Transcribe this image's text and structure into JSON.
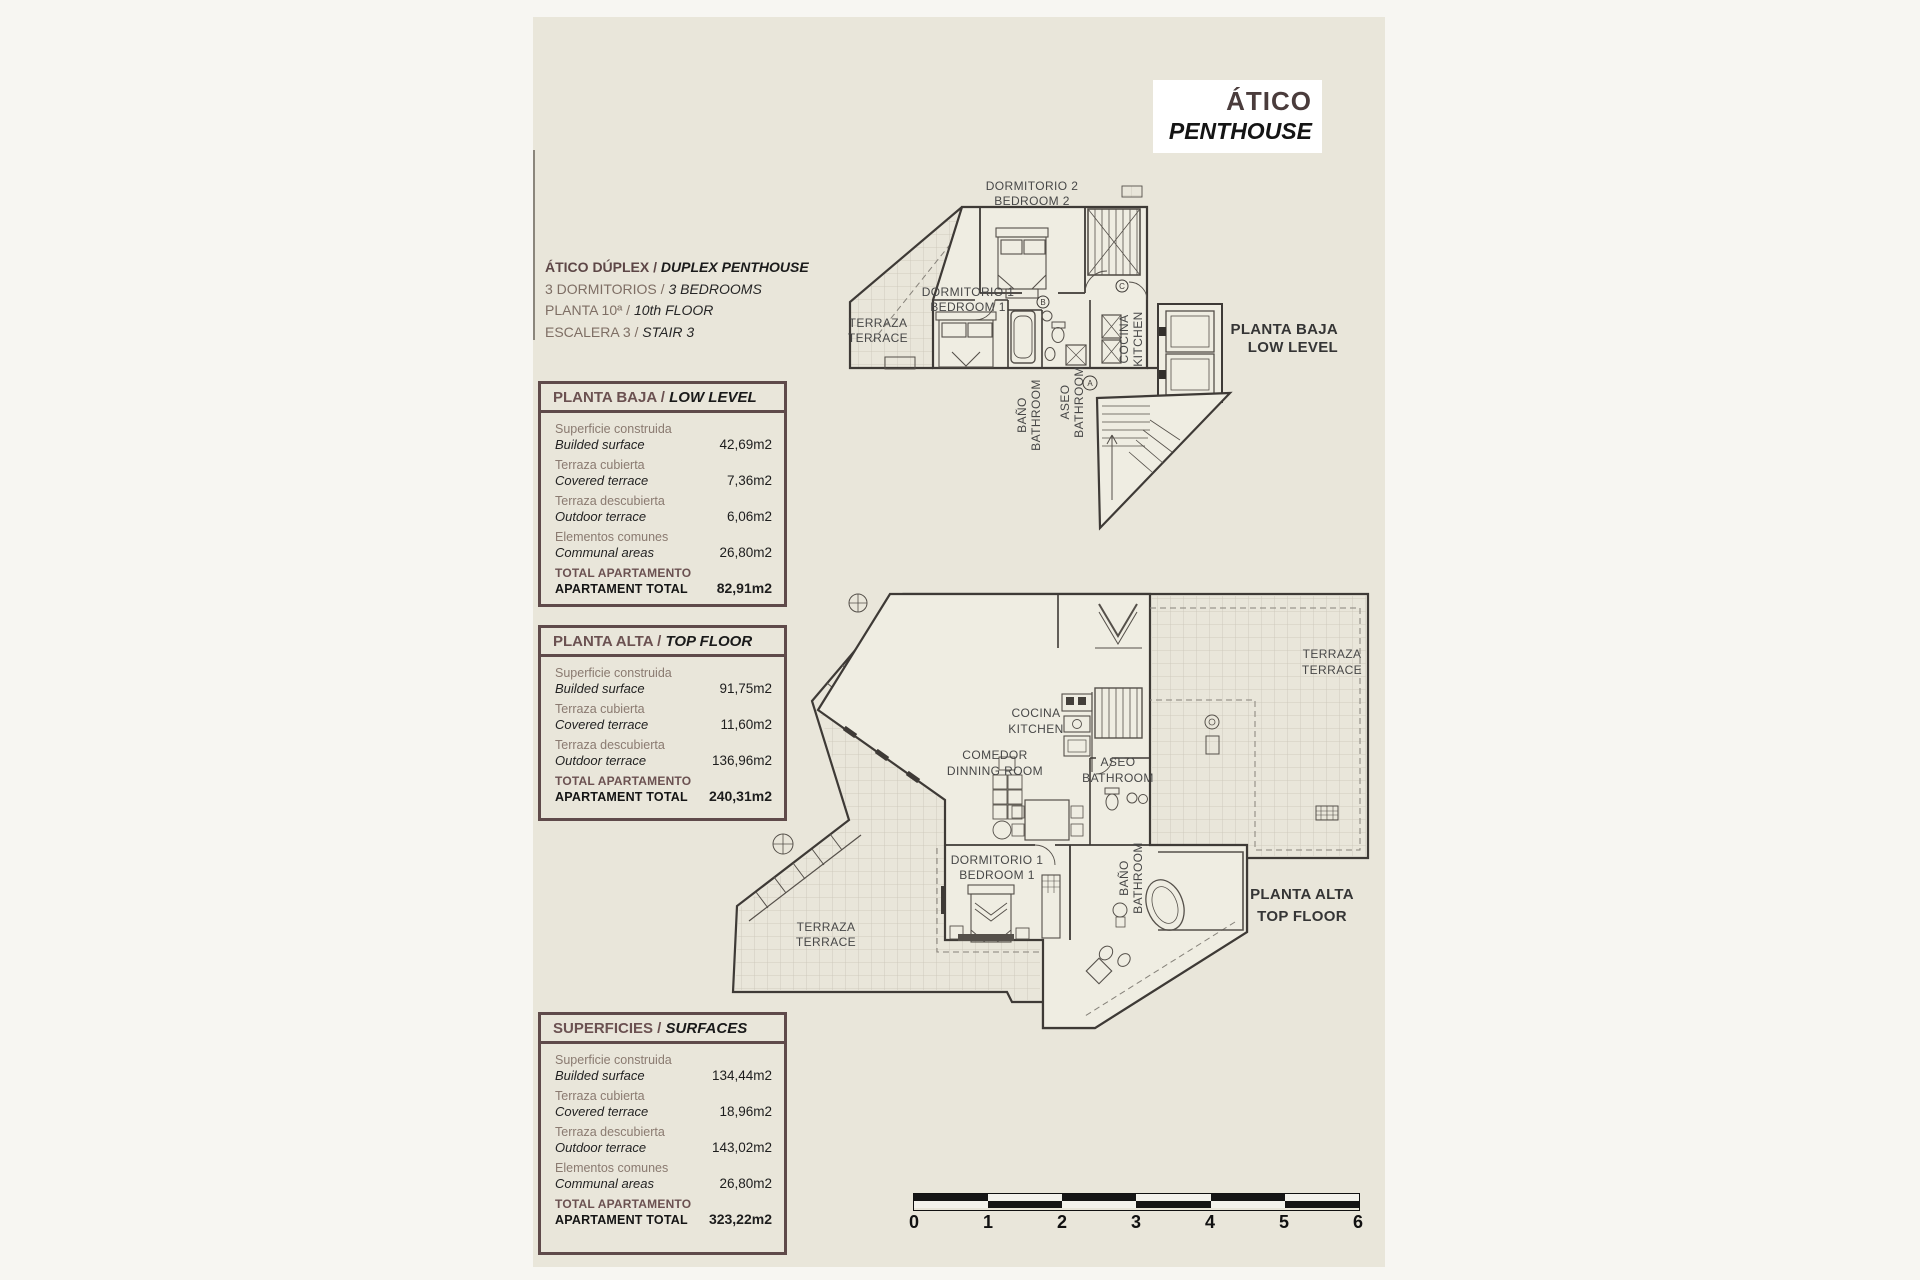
{
  "title_box": {
    "es": "ÁTICO",
    "en": "PENTHOUSE"
  },
  "info": {
    "lines": [
      {
        "es": "ÁTICO DÚPLEX /",
        "en": "DUPLEX PENTHOUSE"
      },
      {
        "es": "3 DORMITORIOS /",
        "en": "3 BEDROOMS"
      },
      {
        "es": "PLANTA 10ª /",
        "en": "10th FLOOR"
      },
      {
        "es": "ESCALERA 3 /",
        "en": "STAIR 3"
      }
    ]
  },
  "tables": [
    {
      "header_es": "PLANTA BAJA /",
      "header_en": "LOW LEVEL",
      "rows": [
        {
          "es": "Superficie construida",
          "en": "Builded surface",
          "value": "42,69m2"
        },
        {
          "es": "Terraza cubierta",
          "en": "Covered terrace",
          "value": "7,36m2"
        },
        {
          "es": "Terraza descubierta",
          "en": "Outdoor terrace",
          "value": "6,06m2"
        },
        {
          "es": "Elementos comunes",
          "en": "Communal areas",
          "value": "26,80m2"
        }
      ],
      "total": {
        "es": "TOTAL APARTAMENTO",
        "en": "APARTAMENT TOTAL",
        "value": "82,91m2"
      }
    },
    {
      "header_es": "PLANTA ALTA /",
      "header_en": "TOP FLOOR",
      "rows": [
        {
          "es": "Superficie construida",
          "en": "Builded surface",
          "value": "91,75m2"
        },
        {
          "es": "Terraza cubierta",
          "en": "Covered terrace",
          "value": "11,60m2"
        },
        {
          "es": "Terraza descubierta",
          "en": "Outdoor terrace",
          "value": "136,96m2"
        }
      ],
      "total": {
        "es": "TOTAL APARTAMENTO",
        "en": "APARTAMENT TOTAL",
        "value": "240,31m2"
      }
    },
    {
      "header_es": "SUPERFICIES /",
      "header_en": "SURFACES",
      "rows": [
        {
          "es": "Superficie construida",
          "en": "Builded surface",
          "value": "134,44m2"
        },
        {
          "es": "Terraza cubierta",
          "en": "Covered terrace",
          "value": "18,96m2"
        },
        {
          "es": "Terraza descubierta",
          "en": "Outdoor terrace",
          "value": "143,02m2"
        },
        {
          "es": "Elementos comunes",
          "en": "Communal areas",
          "value": "26,80m2"
        }
      ],
      "total": {
        "es": "TOTAL APARTAMENTO",
        "en": "APARTAMENT TOTAL",
        "value": "323,22m2"
      }
    }
  ],
  "plans": {
    "low": {
      "bedroom2_es": "DORMITORIO 2",
      "bedroom2_en": "BEDROOM 2",
      "bedroom1_es": "DORMITORIO 1",
      "bedroom1_en": "BEDROOM 1",
      "terrace_es": "TERRAZA",
      "terrace_en": "TERRACE",
      "kitchen_es": "COCINA",
      "kitchen_en": "KITCHEN",
      "bath_es": "BAÑO",
      "bath_en": "BATHROOM",
      "aseo_es": "ASEO",
      "aseo_en": "BATHROOM",
      "side_es": "PLANTA BAJA",
      "side_en": "LOW LEVEL"
    },
    "top": {
      "terrace_tr_es": "TERRAZA",
      "terrace_tr_en": "TERRACE",
      "kitchen_es": "COCINA",
      "kitchen_en": "KITCHEN",
      "dining_es": "COMEDOR",
      "dining_en": "DINNING ROOM",
      "aseo_es": "ASEO",
      "aseo_en": "BATHROOM",
      "bedroom1_es": "DORMITORIO 1",
      "bedroom1_en": "BEDROOM 1",
      "bath_es": "BAÑO",
      "bath_en": "BATHROOM",
      "terrace_bl_es": "TERRAZA",
      "terrace_bl_en": "TERRACE",
      "side_es": "PLANTA ALTA",
      "side_en": "TOP FLOOR"
    }
  },
  "scale": {
    "ticks": [
      "0",
      "1",
      "2",
      "3",
      "4",
      "5",
      "6"
    ]
  }
}
